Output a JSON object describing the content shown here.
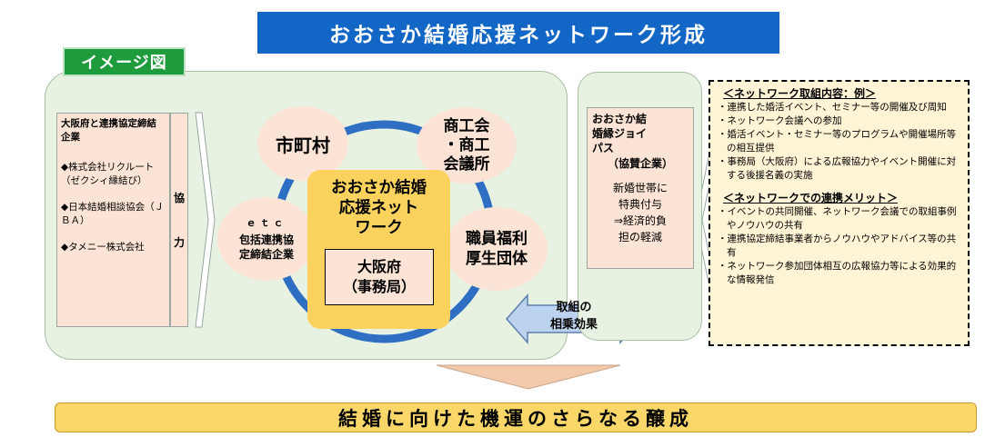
{
  "title": "おおさか結婚応援ネットワーク形成",
  "image_tag": "イメージ図",
  "companies": {
    "heading": "大阪府と連携協定締結企業",
    "items": [
      "◆株式会社リクルート（ゼクシィ縁結び）",
      "◆日本結婚相談協会（ＪＢＡ）",
      "◆タメニー株式会社"
    ]
  },
  "kyoryoku": [
    "協",
    "力"
  ],
  "circles": {
    "shichoson": "市町村",
    "shokokai": [
      "商工会",
      "・商工",
      "会議所"
    ],
    "etc": "ｅｔｃ",
    "etc_label": [
      "包括連携協",
      "定締結企業"
    ],
    "shokuin": [
      "職員福利",
      "厚生団体"
    ]
  },
  "center": {
    "title": [
      "おおさか結婚",
      "応援ネット",
      "ワーク"
    ],
    "osaka": [
      "大阪府",
      "（事務局）"
    ]
  },
  "joy": {
    "title": [
      "おおさか結",
      "婚縁ジョイ",
      "パス"
    ],
    "sub": "（協賛企業）",
    "desc": [
      "新婚世帯に",
      "特典付与",
      "⇒経済的負",
      "担の軽減"
    ]
  },
  "synergy": [
    "取組の",
    "相乗効果"
  ],
  "network_content": {
    "heading": "＜ネットワーク取組内容：例＞",
    "items": [
      "・連携した婚活イベント、セミナー等の開催及び周知",
      "・ネットワーク会議への参加",
      "・婚活イベント・セミナー等のプログラムや開催場所等の相互提供",
      "・事務局（大阪府）による広報協力やイベント開催に対する後援名義の実施"
    ]
  },
  "network_merit": {
    "heading": "＜ネットワークでの連携メリット＞",
    "items": [
      "・イベントの共同開催、ネットワーク会議での取組事例やノウハウの共有",
      "・連携協定締結事業者からノウハウやアドバイス等の共有",
      "・ネットワーク参加団体相互の広報協力等による効果的な情報発信"
    ]
  },
  "banner": "結婚に向けた機運のさらなる醸成",
  "colors": {
    "title_bg": "#1266c5",
    "tag_bg": "#1e9b3c",
    "green_area": "#e8f2e2",
    "peach": "#fbe4d5",
    "yellow": "#fcd25e",
    "ring": "#2f6fc3",
    "arrow_blue": "#bcd3ef"
  }
}
